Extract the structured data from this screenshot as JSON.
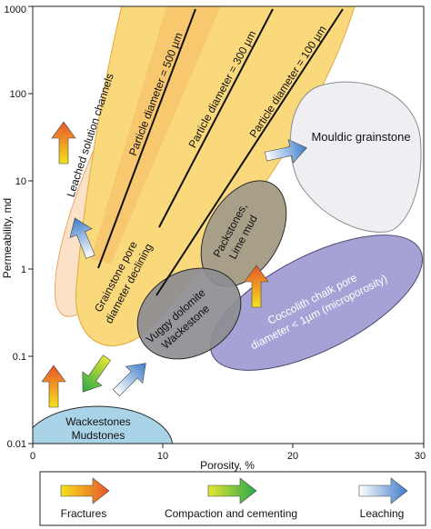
{
  "axes": {
    "x_title": "Porosity, %",
    "y_title": "Permeability, md",
    "x_ticks": [
      "0",
      "10",
      "20",
      "30"
    ],
    "y_ticks": [
      "1000",
      "100",
      "10",
      "1",
      "0.1",
      "0.01"
    ]
  },
  "regions": {
    "leached": "Leached solution channels",
    "p500": "Particle diameter = 500 µm",
    "p300": "Particle diameter = 300 µm",
    "p100": "Particle diameter = 100 µm",
    "grainstone_1": "Grainstone pore",
    "grainstone_2": "diameter declining",
    "mouldic": "Mouldic grainstone",
    "packstone_1": "Packstones,",
    "packstone_2": "Lime mud",
    "vuggy_1": "Vuggy dolomite",
    "vuggy_2": "Wackestone",
    "chalk_1": "Coccolith chalk pore",
    "chalk_2": "diameter < 1µm (microporosity)",
    "wacke_1": "Wackestones",
    "wacke_2": "Mudstones"
  },
  "legend": {
    "fractures": "Fractures",
    "compaction": "Compaction and cementing",
    "leaching": "Leaching"
  },
  "colors": {
    "fractures_start": "#f5e21c",
    "fractures_end": "#e8542a",
    "compaction_start": "#e6e632",
    "compaction_end": "#27a84a",
    "leaching_start": "#ffffff",
    "leaching_end": "#3d7cc9"
  }
}
